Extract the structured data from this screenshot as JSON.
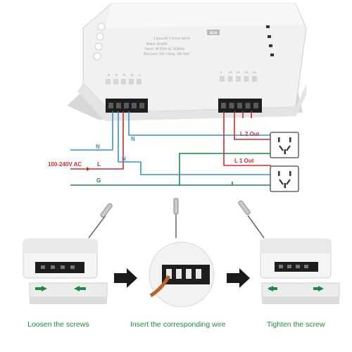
{
  "device": {
    "badge": "4CH",
    "title": "4 gang Wi-Fi Smart Switch",
    "spec_lines": [
      "Model: 4CH/R2",
      "Rated: 90-250V AC 50/60Hz",
      "Max Load: 10A / Gang, 16A Total"
    ],
    "left_terminals": [
      "N",
      "N",
      "N",
      "N",
      "L"
    ],
    "right_terminals": [
      "L",
      "L1",
      "L2",
      "L3",
      "L4"
    ]
  },
  "wiring": {
    "n_label": "N",
    "n2_label": "N",
    "n3_label": "N",
    "l_input_label": "100-240V AC",
    "l_label": "L",
    "g_label": "G",
    "l1_out_label": "L 1 Out",
    "l2_out_label": "L 2 Out",
    "colors": {
      "neutral": "#3a8fd6",
      "live": "#d42a2a",
      "ground": "#1c8a45"
    }
  },
  "steps": [
    {
      "caption": "Loosen the screws",
      "color": "#1c8a45"
    },
    {
      "caption": "Insert the corresponding wire",
      "color": "#1c8a45"
    },
    {
      "caption": "Tighten the screw",
      "color": "#1c8a45"
    }
  ]
}
